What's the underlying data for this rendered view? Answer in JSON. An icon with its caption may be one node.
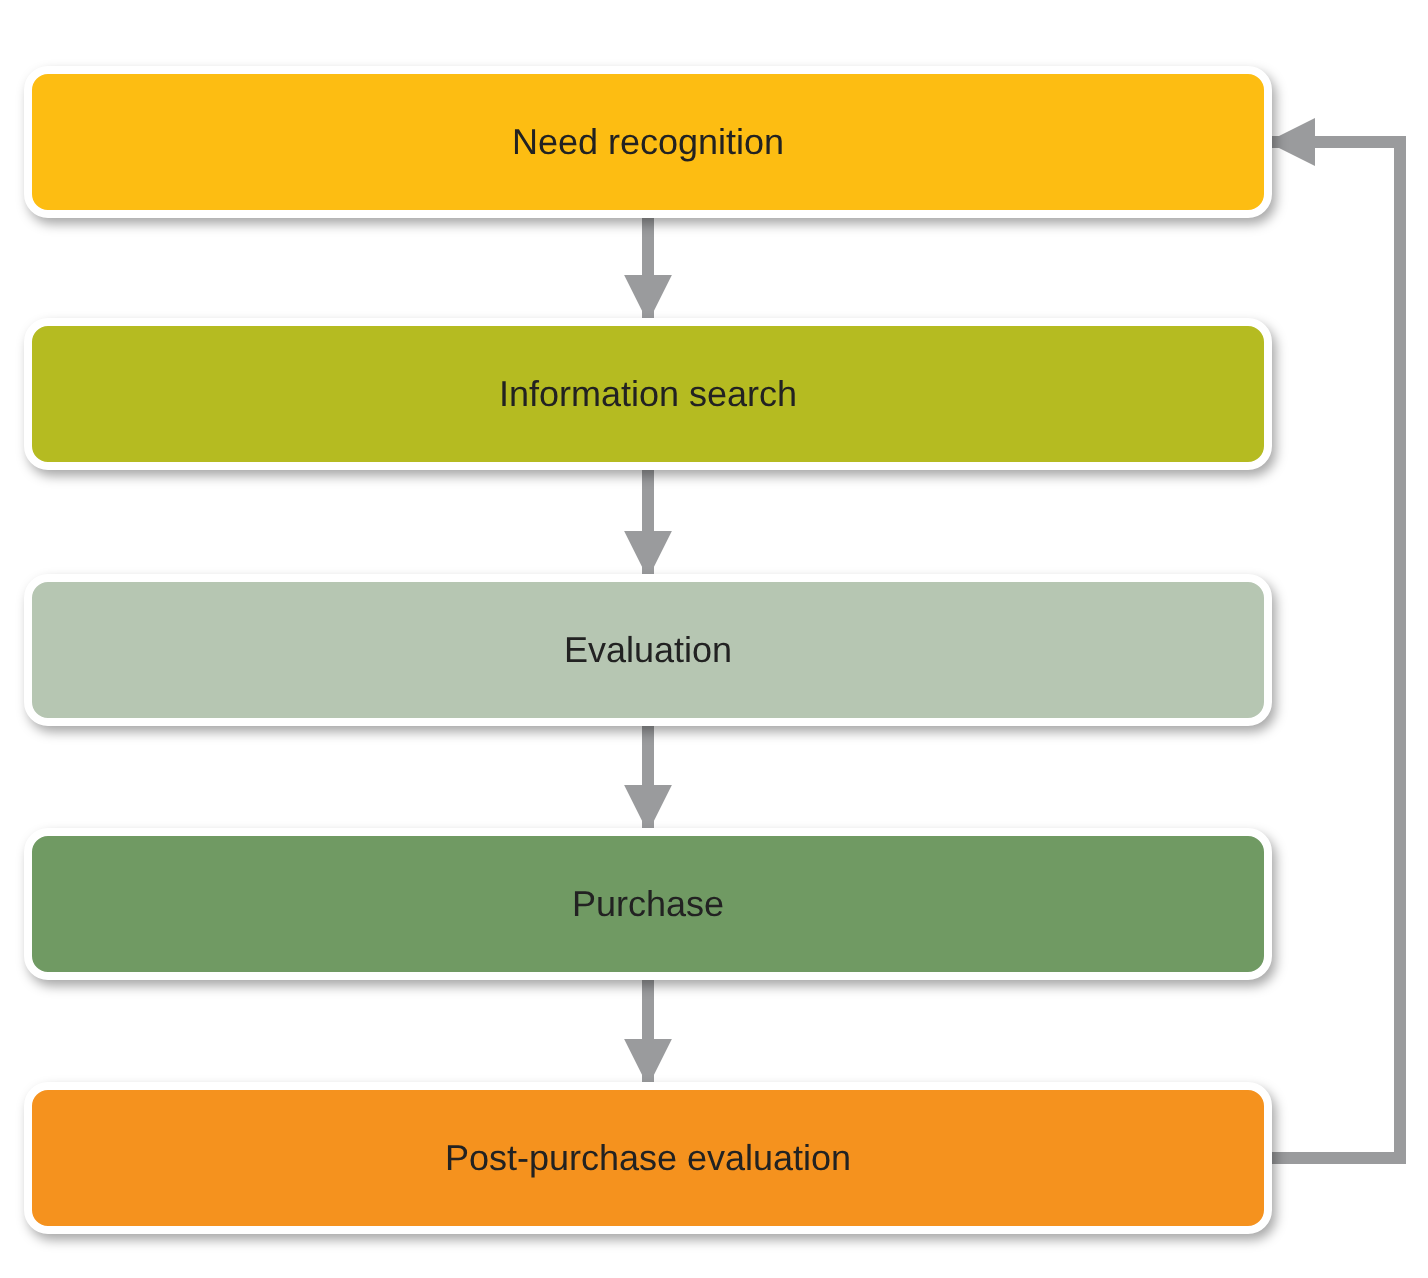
{
  "diagram": {
    "nodes": [
      {
        "text": [
          "Need recognition"
        ]
      },
      {
        "text": [
          "Information search"
        ]
      },
      {
        "text": [
          "Evaluation"
        ]
      },
      {
        "text": [
          "Purchase"
        ]
      },
      {
        "text": [
          "Post-purchase evaluation"
        ]
      }
    ],
    "edges": [
      {
        "from": 0,
        "to": 1,
        "arrow": "to"
      },
      {
        "from": 1,
        "to": 2,
        "arrow": "to"
      },
      {
        "from": 2,
        "to": 3,
        "arrow": "to"
      },
      {
        "from": 3,
        "to": 4,
        "arrow": "to"
      },
      {
        "from": 4,
        "to": 0,
        "arrow": "to"
      }
    ]
  }
}
